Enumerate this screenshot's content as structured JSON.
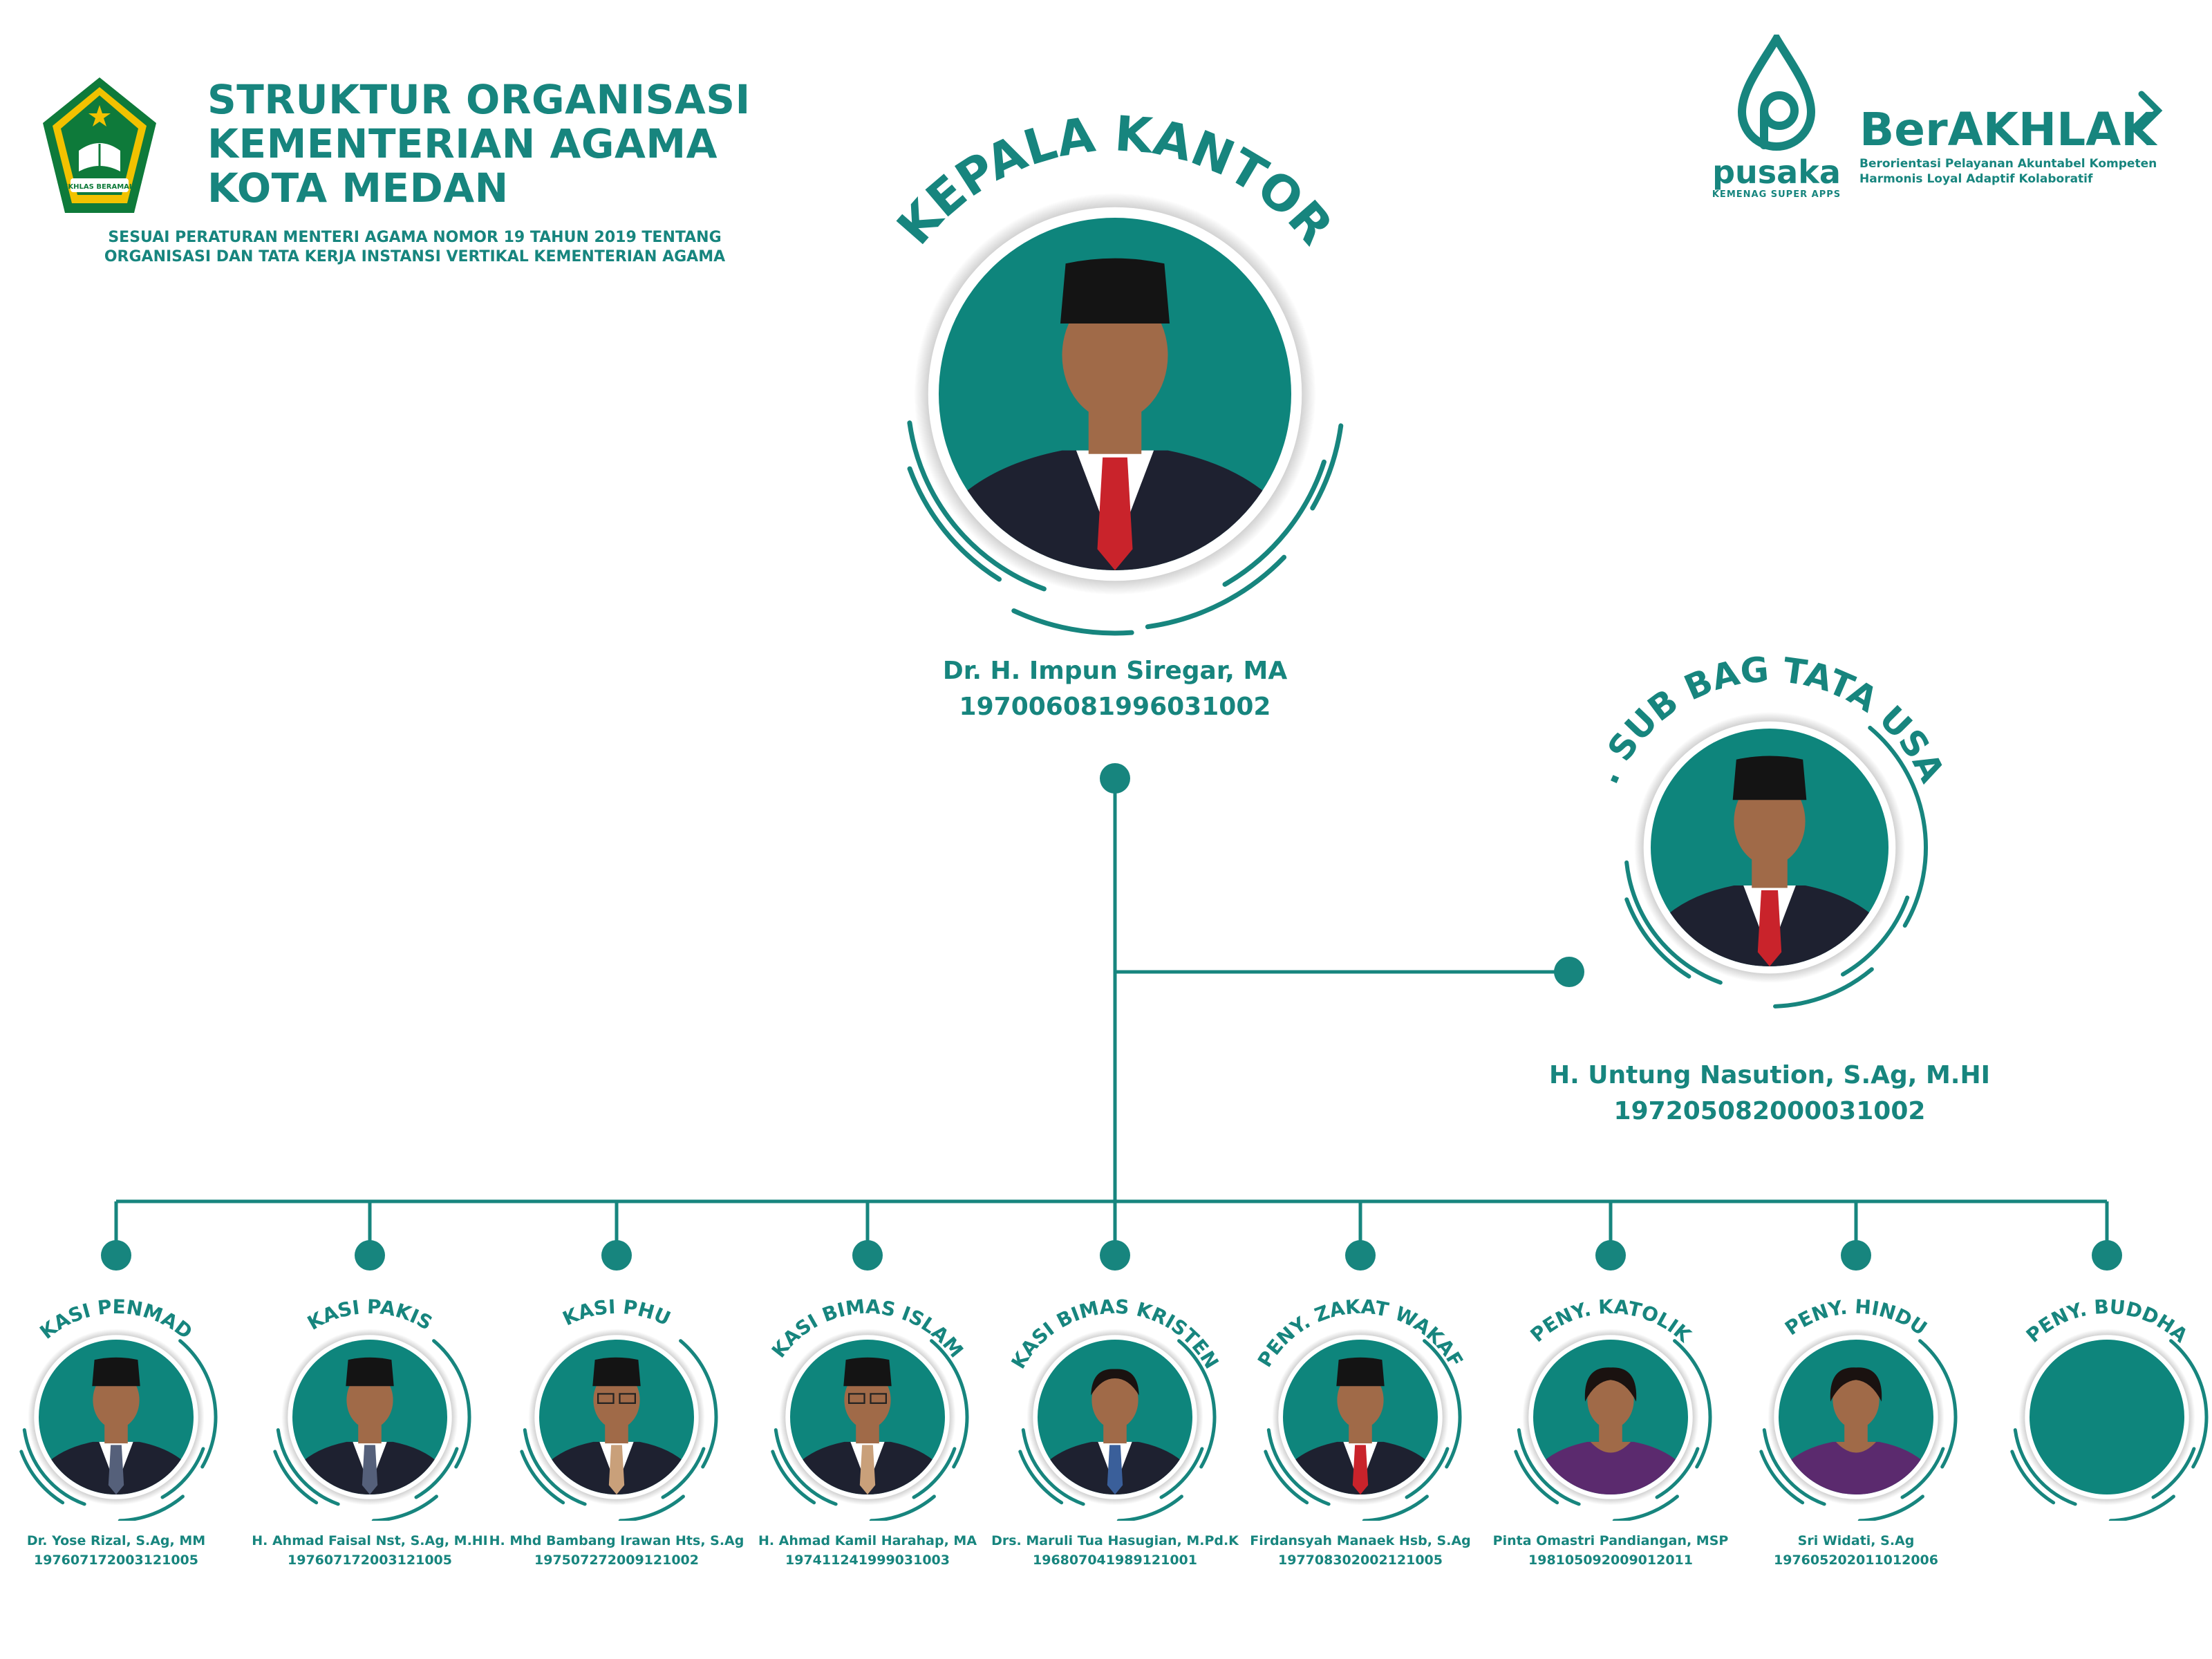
{
  "header": {
    "title_lines": [
      "STRUKTUR ORGANISASI",
      "KEMENTERIAN AGAMA",
      "KOTA MEDAN"
    ],
    "subtitle_lines": [
      "SESUAI PERATURAN MENTERI AGAMA NOMOR 19 TAHUN 2019 TENTANG",
      "ORGANISASI DAN TATA KERJA INSTANSI VERTIKAL KEMENTERIAN AGAMA"
    ],
    "emblem_banner": "IKHLAS BERAMAL"
  },
  "brand": {
    "pusaka_name": "pusaka",
    "pusaka_tagline": "KEMENAG SUPER APPS",
    "berakhlak_name": "BerAKHLAK",
    "berakhlak_lines": [
      "Berorientasi Pelayanan Akuntabel Kompeten",
      "Harmonis Loyal Adaptif Kolaboratif"
    ]
  },
  "colors": {
    "teal": "#17857e",
    "photo_bg": "#0e857c",
    "suit": "#1e2130",
    "shirt": "#ffffff",
    "tie_red": "#c9232b",
    "skin": "#a06a48",
    "cap": "#141414",
    "purple": "#5b2a6e"
  },
  "head": {
    "role": "KEPALA KANTOR",
    "name": "Dr. H. Impun Siregar, MA",
    "nip": "197006081996031002"
  },
  "tu": {
    "role": "KA. SUB BAG TATA USAHA",
    "name": "H. Untung Nasution, S.Ag, M.HI",
    "nip": "197205082000031002"
  },
  "sections": [
    {
      "role": "KASI PENMAD",
      "name": "Dr. Yose Rizal, S.Ag, MM",
      "nip": "197607172003121005",
      "photo": "man-cap-bluesuit"
    },
    {
      "role": "KASI PAKIS",
      "name": "H. Ahmad Faisal Nst, S.Ag, M.HI",
      "nip": "197607172003121005",
      "photo": "man-cap-darksuit"
    },
    {
      "role": "KASI PHU",
      "name": "H. Mhd Bambang Irawan Hts, S.Ag",
      "nip": "197507272009121002",
      "photo": "man-cap-glasses"
    },
    {
      "role": "KASI BIMAS ISLAM",
      "name": "H. Ahmad Kamil Harahap, MA",
      "nip": "197411241999031003",
      "photo": "man-cap-glasses"
    },
    {
      "role": "KASI BIMAS KRISTEN",
      "name": "Drs. Maruli Tua Hasugian, M.Pd.K",
      "nip": "196807041989121001",
      "photo": "man-bare"
    },
    {
      "role": "PENY. ZAKAT WAKAF",
      "name": "Firdansyah Manaek Hsb, S.Ag",
      "nip": "197708302002121005",
      "photo": "man-cap-redtie"
    },
    {
      "role": "PENY. KATOLIK",
      "name": "Pinta Omastri Pandiangan, MSP",
      "nip": "198105092009012011",
      "photo": "woman-lace"
    },
    {
      "role": "PENY. HINDU",
      "name": "Sri Widati, S.Ag",
      "nip": "197605202011012006",
      "photo": "woman-kebaya"
    },
    {
      "role": "PENY. BUDDHA",
      "name": "",
      "nip": "",
      "photo": "empty"
    }
  ]
}
